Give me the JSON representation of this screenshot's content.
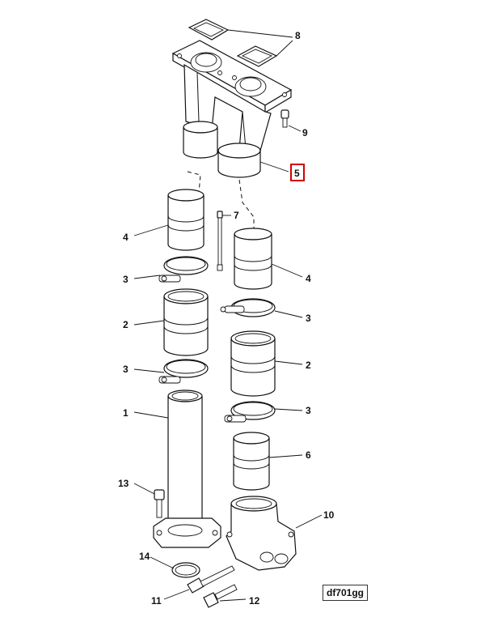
{
  "diagram": {
    "reference_code": "df701gg",
    "highlight_color": "#d00000",
    "callouts": {
      "c1": "1",
      "c2a": "2",
      "c2b": "2",
      "c3a": "3",
      "c3b": "3",
      "c3c": "3",
      "c3d": "3",
      "c4a": "4",
      "c4b": "4",
      "c5": "5",
      "c6": "6",
      "c7": "7",
      "c8": "8",
      "c9": "9",
      "c10": "10",
      "c11": "11",
      "c12": "12",
      "c13": "13",
      "c14": "14"
    },
    "highlighted_callout": "5"
  }
}
